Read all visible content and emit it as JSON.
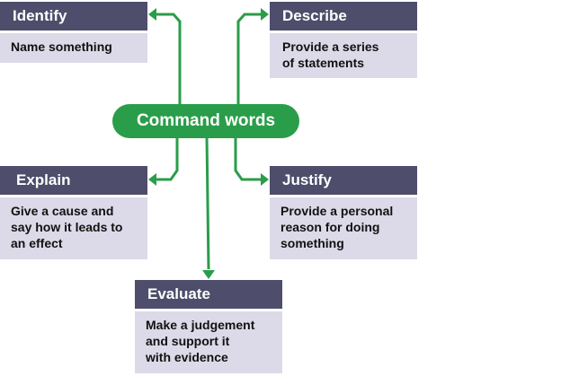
{
  "center": {
    "label": "Command words"
  },
  "colors": {
    "header": "#4e4d6b",
    "body": "#dcdae8",
    "accent": "#2a9d4a"
  },
  "cards": {
    "identify": {
      "title": "Identify",
      "lines": [
        "Name something"
      ]
    },
    "describe": {
      "title": "Describe",
      "lines": [
        "Provide a series",
        "of statements"
      ]
    },
    "explain": {
      "title": "Explain",
      "lines": [
        "Give a cause and",
        "say how it leads to",
        "an effect"
      ]
    },
    "justify": {
      "title": "Justify",
      "lines": [
        "Provide a personal",
        "reason for doing",
        "something"
      ]
    },
    "evaluate": {
      "title": "Evaluate",
      "lines": [
        "Make a judgement",
        "and support it",
        "with evidence"
      ]
    }
  }
}
